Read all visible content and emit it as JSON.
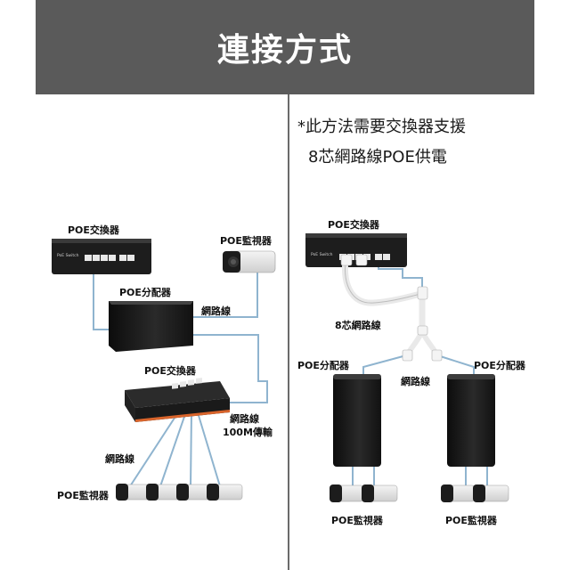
{
  "header": {
    "title": "連接方式"
  },
  "right_note": {
    "line1": "*此方法需要交換器支援",
    "line2": "8芯網路線POE供電"
  },
  "left": {
    "poe_switch_top": "POE交換器",
    "poe_camera_top": "POE監視器",
    "poe_splitter": "POE分配器",
    "cable_1": "網路線",
    "poe_switch_mid": "POE交換器",
    "cable_2_line1": "網路線",
    "cable_2_line2": "100M傳輸",
    "cable_3": "網路線",
    "poe_cameras_bottom": "POE監視器"
  },
  "right": {
    "poe_switch": "POE交換器",
    "cable_8core": "8芯網路線",
    "splitter_left": "POE分配器",
    "splitter_right": "POE分配器",
    "cable": "網路線",
    "cameras_left": "POE監視器",
    "cameras_right": "POE監視器"
  },
  "device": {
    "switch_badge": "PoE Switch"
  },
  "colors": {
    "banner": "#5a5a5a",
    "wire": "#8fb4cf",
    "switch_accent": "#d9642b"
  }
}
